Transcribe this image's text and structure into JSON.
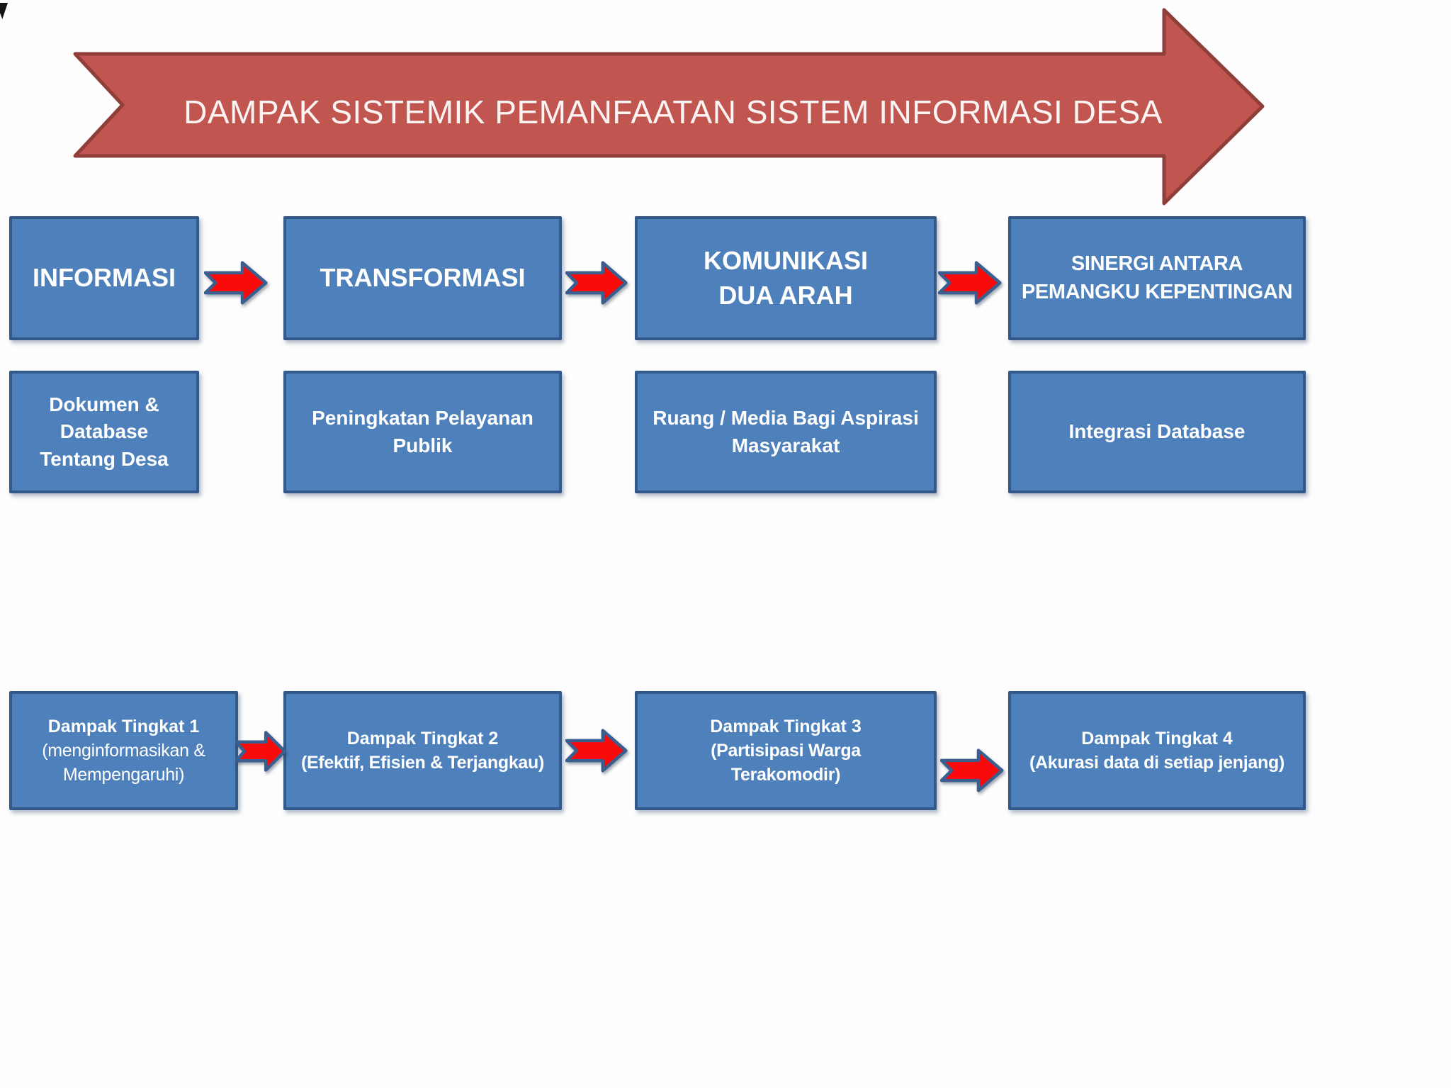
{
  "banner": {
    "title": "DAMPAK SISTEMIK PEMANFAATAN SISTEM INFORMASI DESA",
    "shape": "right-arrow-banner"
  },
  "icons": {
    "connector": "notched-right-arrow-icon"
  },
  "colors": {
    "background": "#fdfdfd",
    "banner_fill": "#c0564f",
    "banner_border": "#8f3e39",
    "box_fill": "#4e80bb",
    "box_border": "#33598a",
    "connector_fill": "#fa0a0a",
    "connector_border": "#3a5f8f",
    "text": "#ffffff",
    "corner_mark": "#141414"
  },
  "rows": {
    "row1": [
      {
        "lines": [
          "INFORMASI"
        ]
      },
      {
        "lines": [
          "TRANSFORMASI"
        ]
      },
      {
        "lines": [
          "KOMUNIKASI",
          "DUA ARAH"
        ]
      },
      {
        "lines": [
          "SINERGI ANTARA",
          "PEMANGKU KEPENTINGAN"
        ]
      }
    ],
    "row2": [
      {
        "lines": [
          "Dokumen &",
          "Database",
          "Tentang Desa"
        ]
      },
      {
        "lines": [
          "Peningkatan Pelayanan",
          "Publik"
        ]
      },
      {
        "lines": [
          "Ruang / Media Bagi Aspirasi",
          "Masyarakat"
        ]
      },
      {
        "lines": [
          "Integrasi Database"
        ]
      }
    ],
    "row3": [
      {
        "lines": [
          "Dampak Tingkat 1",
          "(menginformasikan &",
          "Mempengaruhi)"
        ]
      },
      {
        "lines": [
          "Dampak Tingkat 2",
          "(Efektif, Efisien & Terjangkau)"
        ]
      },
      {
        "lines": [
          "Dampak Tingkat 3",
          "(Partisipasi Warga",
          "Terakomodir)"
        ]
      },
      {
        "lines": [
          "Dampak Tingkat 4",
          "(Akurasi data di setiap jenjang)"
        ]
      }
    ]
  }
}
